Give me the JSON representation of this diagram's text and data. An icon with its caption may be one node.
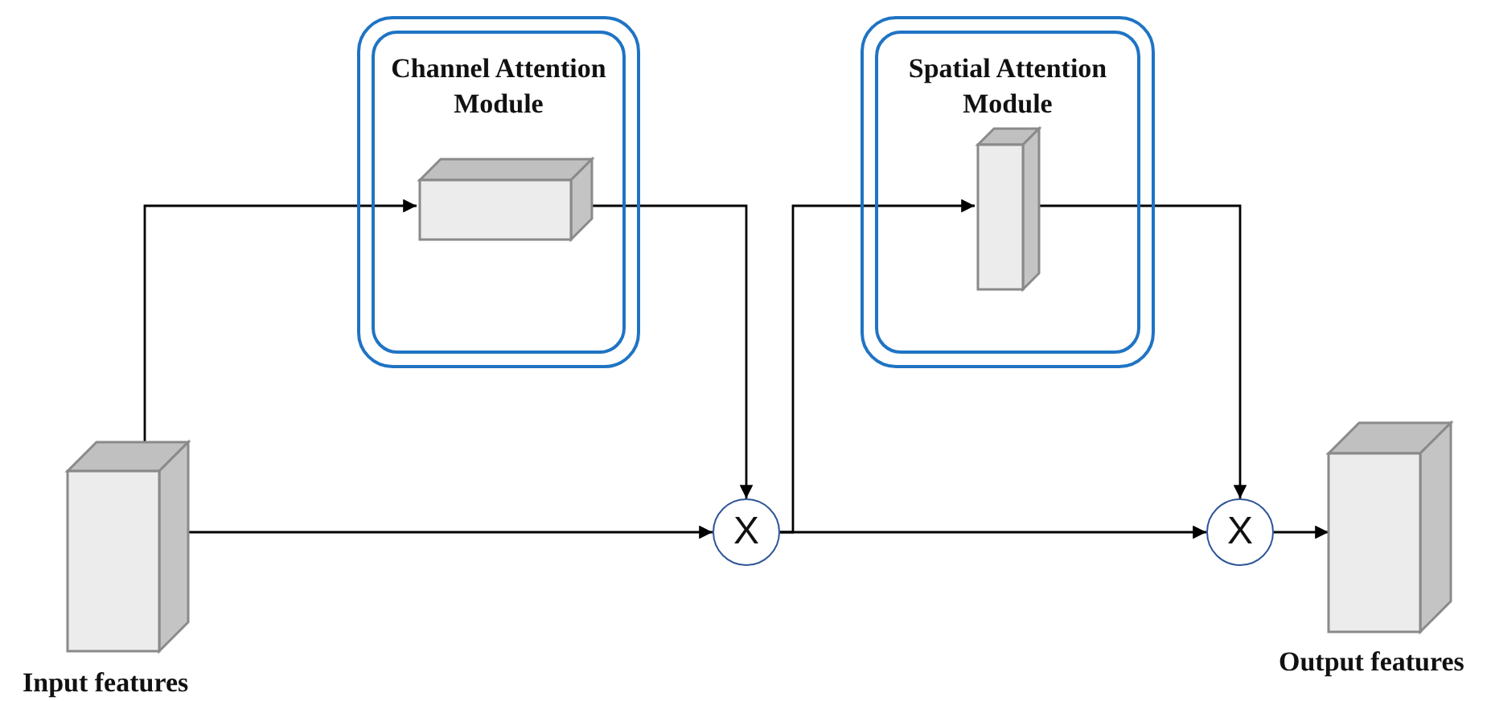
{
  "diagram": {
    "nodes": [
      {
        "text": [
          "Channel Attention Module"
        ]
      },
      {
        "text": [],
        "shape": "box",
        "in": 0
      },
      {
        "text": [
          "Spatial Attention Module"
        ]
      },
      {
        "text": [],
        "shape": "box",
        "in": 2
      },
      {
        "text": [
          "Input features"
        ]
      },
      {
        "text": [
          "X"
        ]
      },
      {
        "text": [
          "X"
        ]
      },
      {
        "text": [
          "Output features"
        ]
      }
    ],
    "edges": [
      {
        "from": 4,
        "to": 1,
        "arrow": "to"
      },
      {
        "from": 1,
        "to": 5,
        "arrow": "to"
      },
      {
        "from": 4,
        "to": 5,
        "arrow": "to"
      },
      {
        "from": 5,
        "to": 3,
        "arrow": "to"
      },
      {
        "from": 5,
        "to": 6,
        "arrow": "to"
      },
      {
        "from": 3,
        "to": 6,
        "arrow": "to"
      },
      {
        "from": 6,
        "to": 7,
        "arrow": "to"
      }
    ]
  }
}
